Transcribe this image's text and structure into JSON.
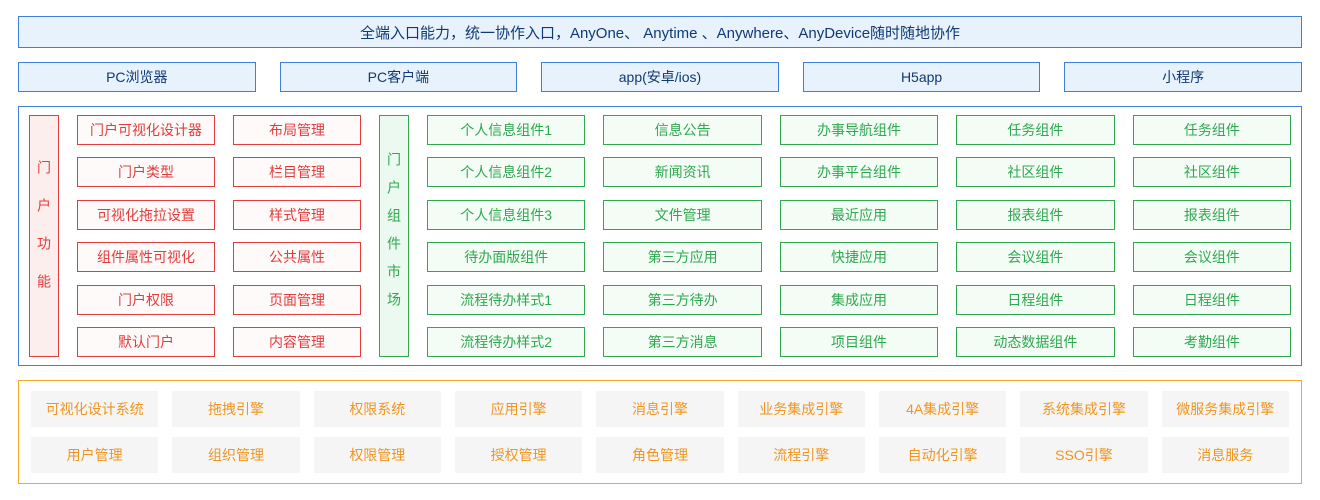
{
  "banner": {
    "text": "全端入口能力，统一协作入口，AnyOne、 Anytime 、Anywhere、AnyDevice随时随地协作"
  },
  "devices": {
    "items": [
      "PC浏览器",
      "PC客户端",
      "app(安卓/ios)",
      "H5app",
      "小程序"
    ]
  },
  "portal": {
    "functions_label": "门户功能",
    "function_cols": [
      {
        "items": [
          "门户可视化设计器",
          "门户类型",
          "可视化拖拉设置",
          "组件属性可视化",
          "门户权限",
          "默认门户"
        ]
      },
      {
        "items": [
          "布局管理",
          "栏目管理",
          "样式管理",
          "公共属性",
          "页面管理",
          "内容管理"
        ]
      }
    ],
    "market_label": "门户组件市场",
    "market_cols": [
      {
        "items": [
          "个人信息组件1",
          "个人信息组件2",
          "个人信息组件3",
          "待办面版组件",
          "流程待办样式1",
          "流程待办样式2"
        ]
      },
      {
        "items": [
          "信息公告",
          "新闻资讯",
          "文件管理",
          "第三方应用",
          "第三方待办",
          "第三方消息"
        ]
      },
      {
        "items": [
          "办事导航组件",
          "办事平台组件",
          "最近应用",
          "快捷应用",
          "集成应用",
          "项目组件"
        ]
      },
      {
        "items": [
          "任务组件",
          "社区组件",
          "报表组件",
          "会议组件",
          "日程组件",
          "动态数据组件"
        ]
      },
      {
        "items": [
          "任务组件",
          "社区组件",
          "报表组件",
          "会议组件",
          "日程组件",
          "考勤组件"
        ]
      }
    ]
  },
  "platform": {
    "rows": [
      {
        "items": [
          "可视化设计系统",
          "拖拽引擎",
          "权限系统",
          "应用引擎",
          "消息引擎",
          "业务集成引擎",
          "4A集成引擎",
          "系统集成引擎",
          "微服务集成引擎"
        ]
      },
      {
        "items": [
          "用户管理",
          "组织管理",
          "权限管理",
          "授权管理",
          "角色管理",
          "流程引擎",
          "自动化引擎",
          "SSO引擎",
          "消息服务"
        ]
      }
    ]
  },
  "colors": {
    "blue_border": "#3d7fd9",
    "blue_bg": "#e8f2fc",
    "red": "#e23c3c",
    "green": "#2fa84f",
    "orange": "#f5a623",
    "gray_bg": "#f5f5f5"
  }
}
